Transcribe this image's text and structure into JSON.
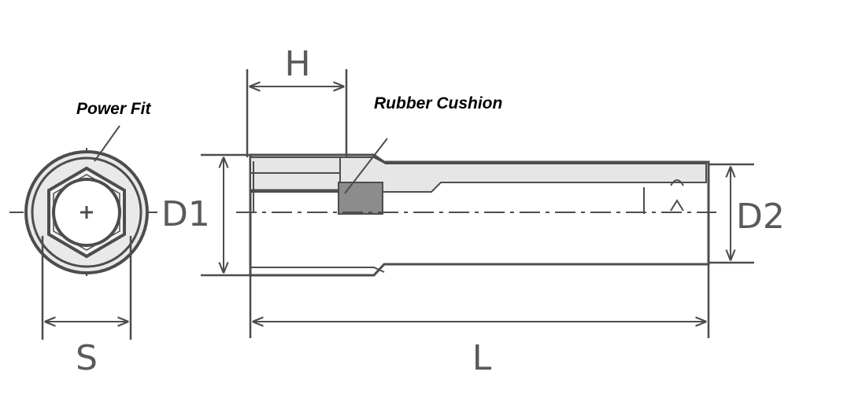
{
  "callouts": {
    "power_fit": "Power Fit",
    "rubber_cushion": "Rubber Cushion"
  },
  "dimensions": {
    "s": "S",
    "d1": "D1",
    "h": "H",
    "d2": "D2",
    "l": "L"
  },
  "colors": {
    "line": "#4d4d4d",
    "body_fill": "#e6e6e6",
    "cushion": "#8c8c8c",
    "text": "#5a5a5a",
    "callout_text": "#000000"
  }
}
